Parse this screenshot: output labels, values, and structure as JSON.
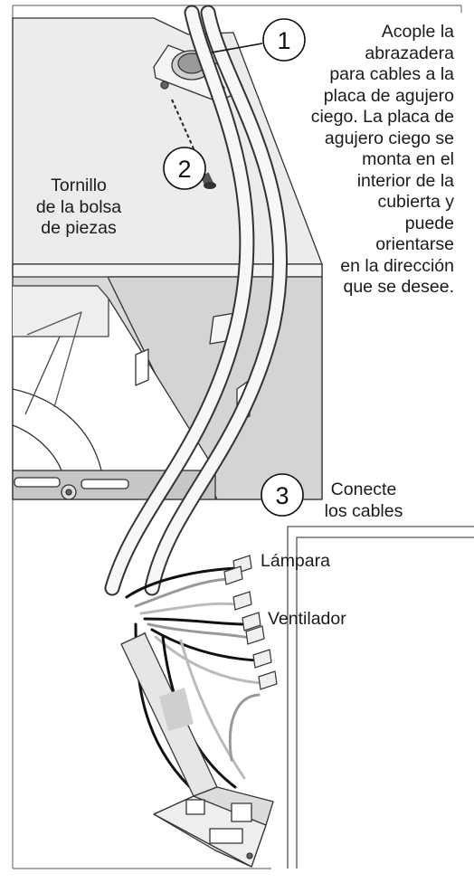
{
  "callouts": [
    {
      "number": "1",
      "text": "Acople la\nabrazadera\npara cables a la\nplaca de agujero\nciego. La placa de\nagujero ciego se\nmonta en el\ninterior de la\ncubierta y\npuede\norientarse\nen la dirección\nque se desee."
    },
    {
      "number": "2",
      "text": "Tornillo\nde la bolsa\nde piezas"
    },
    {
      "number": "3",
      "text": "Conecte\nlos cables"
    }
  ],
  "wire_labels": {
    "lamp": "Lámpara",
    "fan": "Ventilador"
  }
}
